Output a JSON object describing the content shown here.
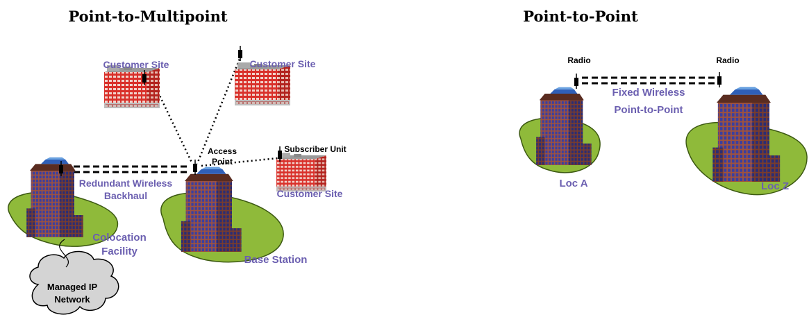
{
  "left_panel": {
    "title": "Point-to-Multipoint",
    "labels": {
      "customer_site_1": "Customer Site",
      "customer_site_2": "Customer Site",
      "customer_site_3": "Customer Site",
      "access_point_line1": "Access",
      "access_point_line2": "Point",
      "subscriber_unit": "Subscriber Unit",
      "backhaul_line1": "Redundant Wireless",
      "backhaul_line2": "Backhaul",
      "colocation_line1": "Colocation",
      "colocation_line2": "Facility",
      "base_station": "Base Station",
      "cloud_line1": "Managed IP",
      "cloud_line2": "Network"
    }
  },
  "right_panel": {
    "title": "Point-to-Point",
    "labels": {
      "radio_left": "Radio",
      "radio_right": "Radio",
      "link_line1": "Fixed Wireless",
      "link_line2": "Point-to-Point",
      "loc_a": "Loc A",
      "loc_z": "Loc Z"
    }
  },
  "colors": {
    "label_purple": "#6b5fb0",
    "lawn_green": "#8fba3a",
    "tower_brick": "#a0523d",
    "tower_glass": "#3a3fa0",
    "roof_blue": "#2f5fb8",
    "site_red": "#d9302a",
    "cloud_gray": "#d4d4d4"
  }
}
